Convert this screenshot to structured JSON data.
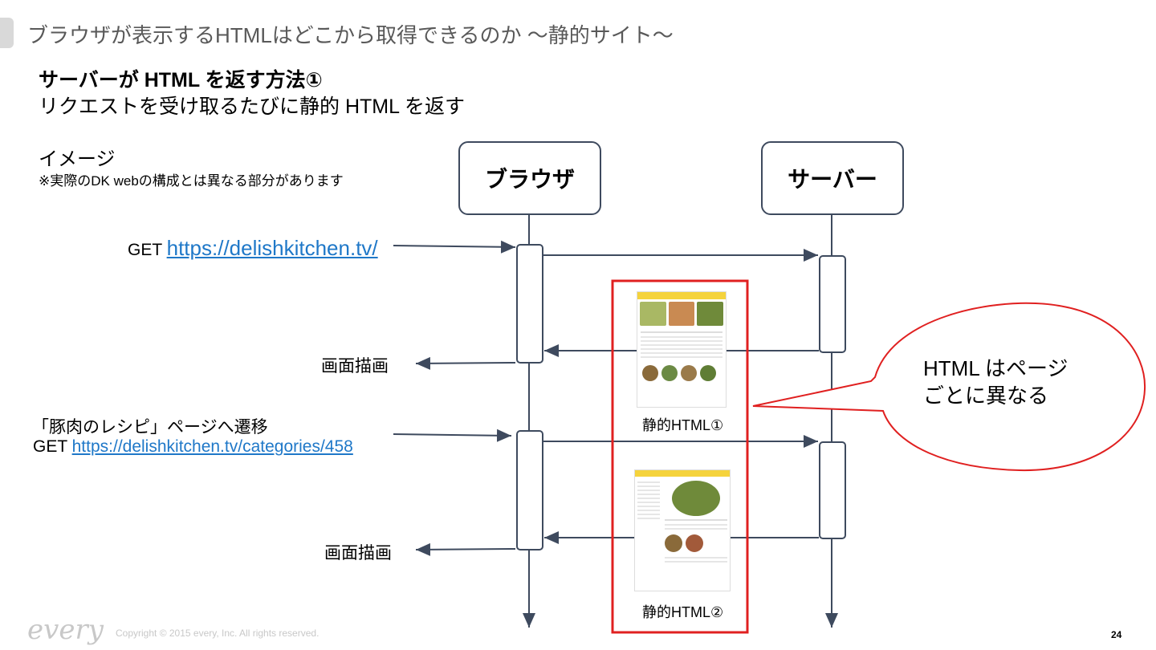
{
  "slide": {
    "title": "ブラウザが表示するHTMLはどこから取得できるのか ～静的サイト～",
    "heading_bold": "サーバーが HTML を返す方法①",
    "heading_sub": "リクエストを受け取るたびに静的 HTML を返す",
    "image_label": "イメージ",
    "image_note": "※実際のDK webの構成とは異なる部分があります"
  },
  "diagram": {
    "actor_browser": "ブラウザ",
    "actor_server": "サーバー",
    "request1_prefix": "GET ",
    "request1_url": "https://delishkitchen.tv/",
    "render1": "画面描画",
    "request2_line1": "「豚肉のレシピ」ページへ遷移",
    "request2_prefix": "GET ",
    "request2_url": "https://delishkitchen.tv/categories/458",
    "render2": "画面描画",
    "html1_caption": "静的HTML①",
    "html2_caption": "静的HTML②",
    "bubble_line1": "HTML はページ",
    "bubble_line2": "ごとに異なる"
  },
  "colors": {
    "line": "#3e4a5e",
    "highlight": "#e02020",
    "link": "#1f78c8",
    "thumb_accent": "#f5d33c"
  },
  "footer": {
    "logo": "every",
    "copyright": "Copyright © 2015 every, Inc. All rights reserved.",
    "page_number": "24"
  }
}
